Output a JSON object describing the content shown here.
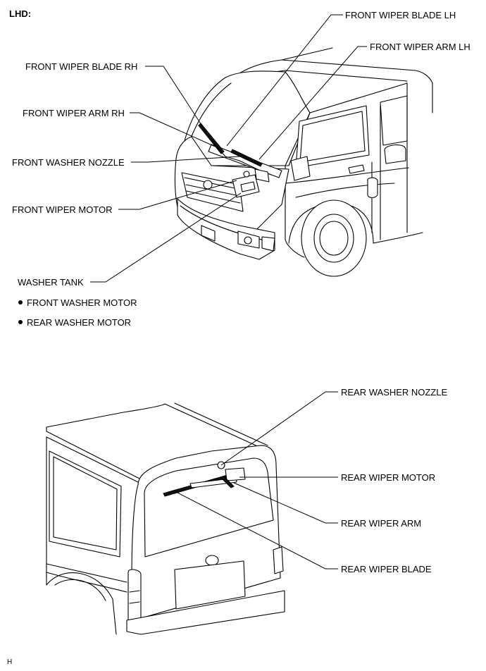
{
  "header": "LHD:",
  "footer": "H",
  "front_labels": {
    "blade_lh": "FRONT WIPER BLADE LH",
    "arm_lh": "FRONT WIPER ARM LH",
    "blade_rh": "FRONT WIPER BLADE RH",
    "arm_rh": "FRONT WIPER ARM RH",
    "washer_nozzle": "FRONT WASHER NOZZLE",
    "wiper_motor": "FRONT WIPER MOTOR",
    "washer_tank": "WASHER TANK"
  },
  "washer_tank_items": [
    "FRONT WASHER MOTOR",
    "REAR WASHER MOTOR"
  ],
  "rear_labels": {
    "washer_nozzle": "REAR WASHER NOZZLE",
    "wiper_motor": "REAR WIPER MOTOR",
    "wiper_arm": "REAR WIPER ARM",
    "wiper_blade": "REAR WIPER BLADE"
  }
}
